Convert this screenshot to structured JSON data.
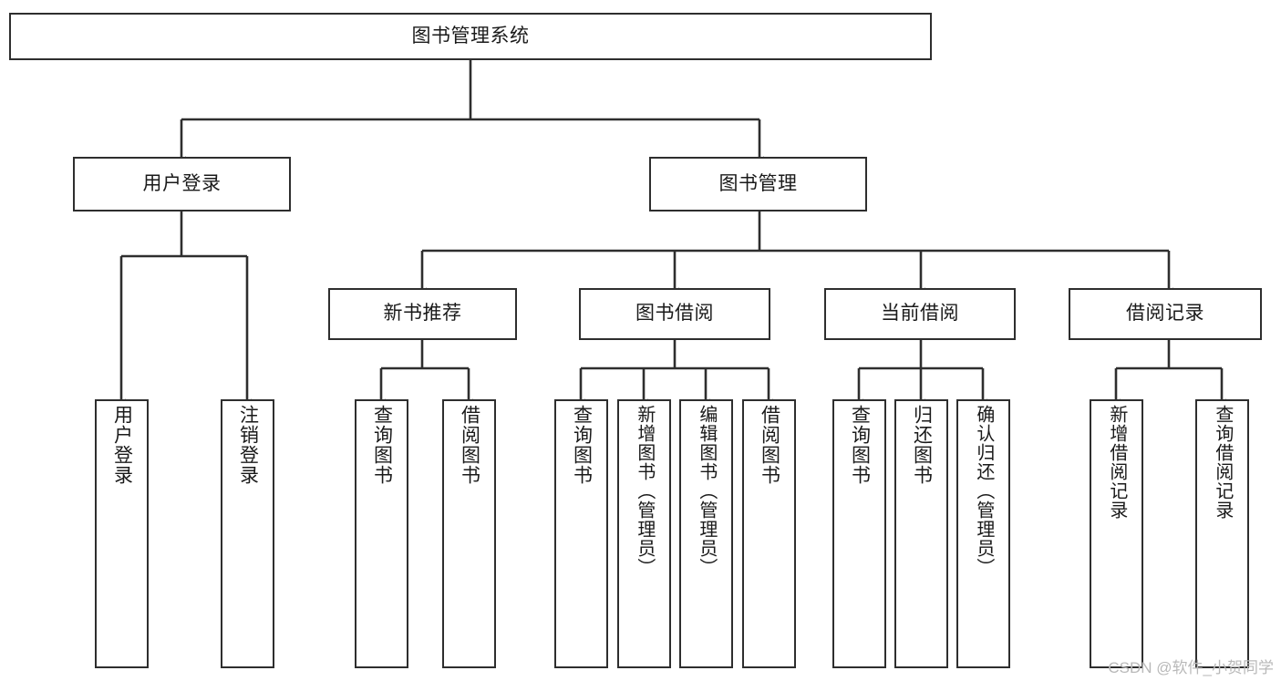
{
  "diagram": {
    "title": "图书管理系统",
    "type": "hierarchy-tree",
    "colors": {
      "stroke": "#2e2e2e",
      "fill": "#ffffff",
      "text": "#1a1a1a",
      "watermark": "#b9b9b9"
    },
    "watermark": "CSDN @软件_小贺同学",
    "levels": {
      "root": {
        "label": "图书管理系统"
      },
      "level2": [
        {
          "label": "用户登录"
        },
        {
          "label": "图书管理"
        }
      ],
      "level3": [
        {
          "label": "新书推荐"
        },
        {
          "label": "图书借阅"
        },
        {
          "label": "当前借阅"
        },
        {
          "label": "借阅记录"
        }
      ],
      "leaves": [
        {
          "label": "用户登录",
          "parent": "用户登录"
        },
        {
          "label": "注销登录",
          "parent": "用户登录"
        },
        {
          "label": "查询图书",
          "parent": "新书推荐"
        },
        {
          "label": "借阅图书",
          "parent": "新书推荐"
        },
        {
          "label": "查询图书",
          "parent": "图书借阅"
        },
        {
          "label": "新增图书（管理员）",
          "parent": "图书借阅"
        },
        {
          "label": "编辑图书（管理员）",
          "parent": "图书借阅"
        },
        {
          "label": "借阅图书",
          "parent": "图书借阅"
        },
        {
          "label": "查询图书",
          "parent": "当前借阅"
        },
        {
          "label": "归还图书",
          "parent": "当前借阅"
        },
        {
          "label": "确认归还（管理员）",
          "parent": "当前借阅"
        },
        {
          "label": "新增借阅记录",
          "parent": "借阅记录"
        },
        {
          "label": "查询借阅记录",
          "parent": "借阅记录"
        }
      ]
    }
  }
}
